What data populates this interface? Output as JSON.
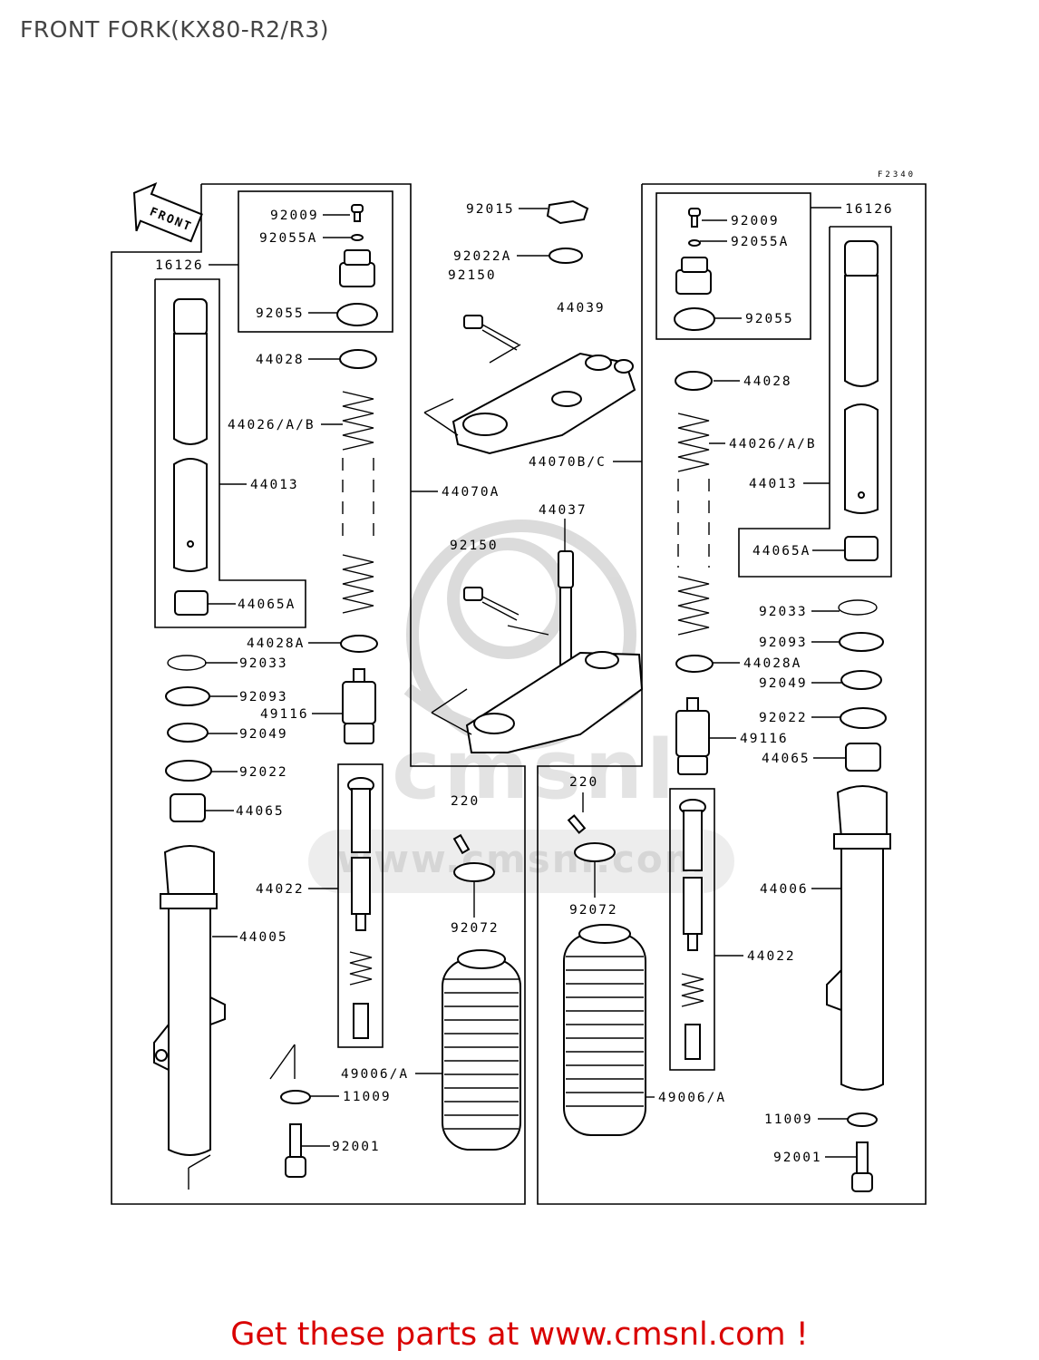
{
  "page": {
    "title": "FRONT FORK(KX80-R2/R3)",
    "figure_code": "F2340",
    "front_arrow_label": "FRONT",
    "footer": "Get these parts at www.cmsnl.com !",
    "watermark_text": "cmsnl",
    "watermark_url": "www.cmsnl.com"
  },
  "callouts": [
    {
      "id": "L16126",
      "text": "16126"
    },
    {
      "id": "L92009",
      "text": "92009"
    },
    {
      "id": "L92055A",
      "text": "92055A"
    },
    {
      "id": "L92055",
      "text": "92055"
    },
    {
      "id": "L44028",
      "text": "44028"
    },
    {
      "id": "L44026",
      "text": "44026/A/B"
    },
    {
      "id": "L44013",
      "text": "44013"
    },
    {
      "id": "L44065A",
      "text": "44065A"
    },
    {
      "id": "L44028A",
      "text": "44028A"
    },
    {
      "id": "L92033",
      "text": "92033"
    },
    {
      "id": "L92093",
      "text": "92093"
    },
    {
      "id": "L49116",
      "text": "49116"
    },
    {
      "id": "L92049",
      "text": "92049"
    },
    {
      "id": "L92022",
      "text": "92022"
    },
    {
      "id": "L44065",
      "text": "44065"
    },
    {
      "id": "L44022",
      "text": "44022"
    },
    {
      "id": "L44005",
      "text": "44005"
    },
    {
      "id": "L49006",
      "text": "49006/A"
    },
    {
      "id": "L11009",
      "text": "11009"
    },
    {
      "id": "L92001",
      "text": "92001"
    },
    {
      "id": "L220",
      "text": "220"
    },
    {
      "id": "L92072",
      "text": "92072"
    },
    {
      "id": "L92015",
      "text": "92015"
    },
    {
      "id": "L92022A",
      "text": "92022A"
    },
    {
      "id": "L92150",
      "text": "92150"
    },
    {
      "id": "L44039",
      "text": "44039"
    },
    {
      "id": "L44070A",
      "text": "44070A"
    },
    {
      "id": "L44070BC",
      "text": "44070B/C"
    },
    {
      "id": "L44037",
      "text": "44037"
    },
    {
      "id": "R16126",
      "text": "16126"
    },
    {
      "id": "R92009",
      "text": "92009"
    },
    {
      "id": "R92055A",
      "text": "92055A"
    },
    {
      "id": "R92055",
      "text": "92055"
    },
    {
      "id": "R44028",
      "text": "44028"
    },
    {
      "id": "R44026",
      "text": "44026/A/B"
    },
    {
      "id": "R44013",
      "text": "44013"
    },
    {
      "id": "R44065A",
      "text": "44065A"
    },
    {
      "id": "R92033",
      "text": "92033"
    },
    {
      "id": "R92093",
      "text": "92093"
    },
    {
      "id": "R44028A",
      "text": "44028A"
    },
    {
      "id": "R92049",
      "text": "92049"
    },
    {
      "id": "R92022",
      "text": "92022"
    },
    {
      "id": "R49116",
      "text": "49116"
    },
    {
      "id": "R44065",
      "text": "44065"
    },
    {
      "id": "R220",
      "text": "220"
    },
    {
      "id": "R92072",
      "text": "92072"
    },
    {
      "id": "R44006",
      "text": "44006"
    },
    {
      "id": "R44022",
      "text": "44022"
    },
    {
      "id": "R49006",
      "text": "49006/A"
    },
    {
      "id": "R11009",
      "text": "11009"
    },
    {
      "id": "R92001",
      "text": "92001"
    }
  ]
}
